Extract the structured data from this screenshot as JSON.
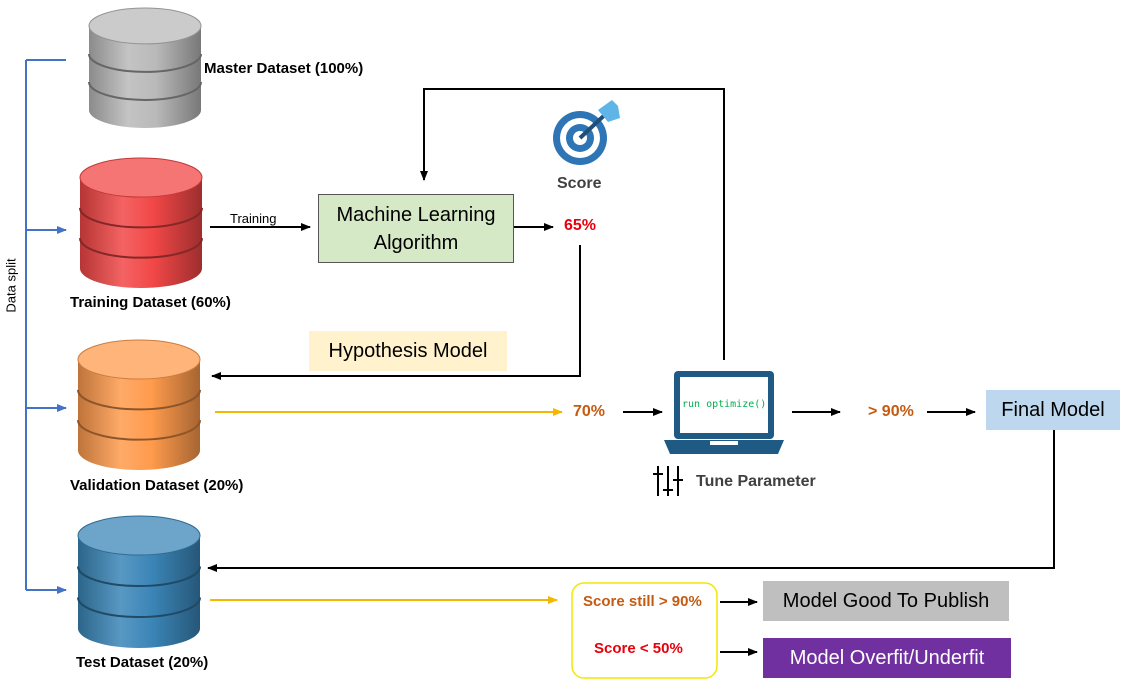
{
  "colors": {
    "master_db": "#b9b9b9",
    "training_db": "#f24747",
    "validation_db": "#ff9b4d",
    "test_db": "#3b86b8",
    "yellow_arrow": "#f5b800",
    "split_line": "#4472c4",
    "score_red": "#e8000b",
    "score_orange": "#c55a11",
    "ml_box": "#d6e9c6",
    "hypothesis_box": "#fff2cc",
    "final_box": "#bdd7ee",
    "good_box": "#bfbfbf",
    "overfit_box": "#7030a0",
    "laptop": "#1f5a85",
    "laptop_screen_text": "#00b050",
    "target_icon": "#2e75b6"
  },
  "labels": {
    "data_split": "Data split",
    "master_dataset": "Master Dataset (100%)",
    "training_dataset": "Training Dataset (60%)",
    "validation_dataset": "Validation Dataset (20%)",
    "test_dataset": "Test Dataset (20%)",
    "training_arrow": "Training",
    "ml_algorithm": "Machine Learning Algorithm",
    "score_label": "Score",
    "score_65": "65%",
    "hypothesis_model": "Hypothesis Model",
    "score_70": "70%",
    "laptop_code": "run optimize()",
    "tune_parameter": "Tune Parameter",
    "score_gt_90": "> 90%",
    "final_model": "Final Model",
    "score_still": "Score still > 90%",
    "score_lt_50": "Score < 50%",
    "model_good": "Model Good To Publish",
    "model_overfit": "Model Overfit/Underfit"
  },
  "icons": {
    "score": "target-arrow-icon",
    "tune": "sliders-icon",
    "laptop": "laptop-icon",
    "database": "database-cylinder-icon"
  }
}
